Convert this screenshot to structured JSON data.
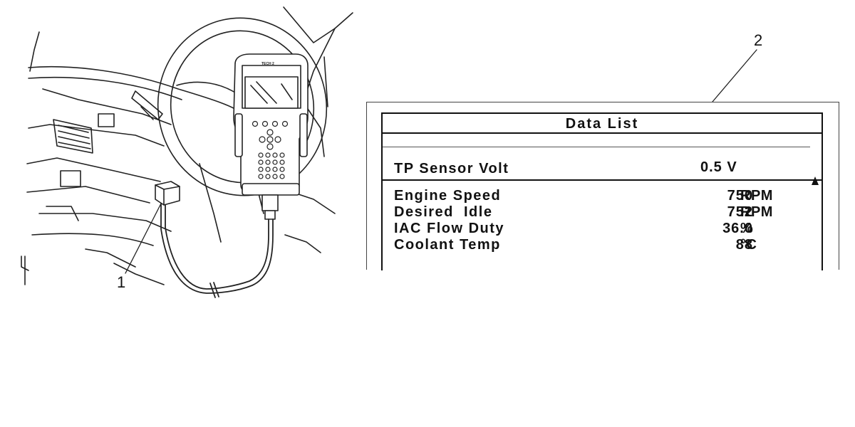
{
  "callouts": {
    "one": "1",
    "two": "2"
  },
  "device": {
    "brand_label": "TECH 2"
  },
  "screen": {
    "title": "Data List",
    "selected": {
      "label": "TP Sensor Volt",
      "value": "0.5 V"
    },
    "rows": [
      {
        "label": "Engine Speed",
        "value": "750",
        "unit": "RPM"
      },
      {
        "label": "Desired  Idle",
        "value": "752",
        "unit": "RPM"
      },
      {
        "label": "IAC Flow Duty",
        "value": "36.0",
        "unit": "%"
      },
      {
        "label": "Coolant Temp",
        "value": "88",
        "unit": "°C"
      }
    ]
  },
  "icons": {
    "scroll": "scroll-up-arrow-icon"
  }
}
